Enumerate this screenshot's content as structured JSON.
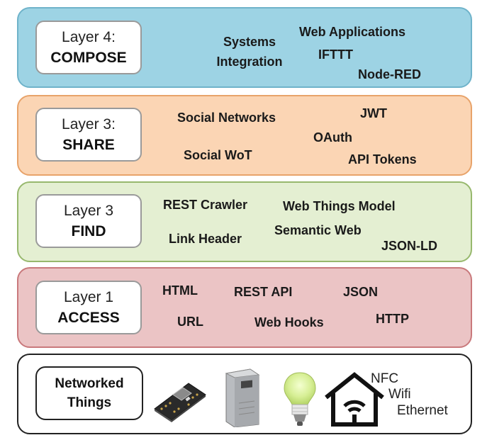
{
  "layers": [
    {
      "id": "compose",
      "line1": "Layer 4:",
      "line2": "COMPOSE",
      "terms": [
        "Systems\nIntegration",
        "Web Applications",
        "IFTTT",
        "Node-RED"
      ],
      "fill": "#9dd3e4",
      "border": "#6fb3ca"
    },
    {
      "id": "share",
      "line1": "Layer 3:",
      "line2": "SHARE",
      "terms": [
        "Social Networks",
        "JWT",
        "OAuth",
        "Social WoT",
        "API Tokens"
      ],
      "fill": "#fbd5b4",
      "border": "#e8a36a"
    },
    {
      "id": "find",
      "line1": "Layer 3",
      "line2": "FIND",
      "terms": [
        "REST Crawler",
        "Web Things Model",
        "Semantic Web",
        "Link Header",
        "JSON-LD"
      ],
      "fill": "#e4efd2",
      "border": "#97b86d"
    },
    {
      "id": "access",
      "line1": "Layer 1",
      "line2": "ACCESS",
      "terms": [
        "HTML",
        "REST API",
        "JSON",
        "URL",
        "Web Hooks",
        "HTTP"
      ],
      "fill": "#ebc4c5",
      "border": "#c9797c"
    }
  ],
  "base": {
    "label": "Networked\nThings",
    "connectivity": [
      "NFC",
      "Wifi",
      "Ethernet"
    ],
    "icons": [
      "circuit-board-icon",
      "sensor-module-icon",
      "light-bulb-icon",
      "home-wifi-icon"
    ]
  }
}
